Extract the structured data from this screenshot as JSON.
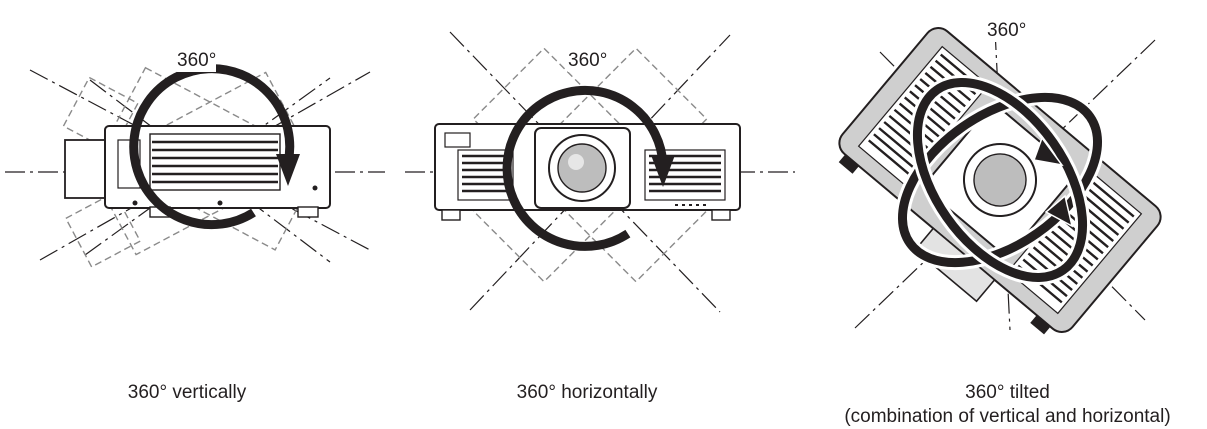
{
  "panels": [
    {
      "angle_label": "360°",
      "caption": "360° vertically"
    },
    {
      "angle_label": "360°",
      "caption": "360° horizontally"
    },
    {
      "angle_label": "360°",
      "caption_line1": "360° tilted",
      "caption_line2": "(combination of vertical and horizontal)"
    }
  ]
}
